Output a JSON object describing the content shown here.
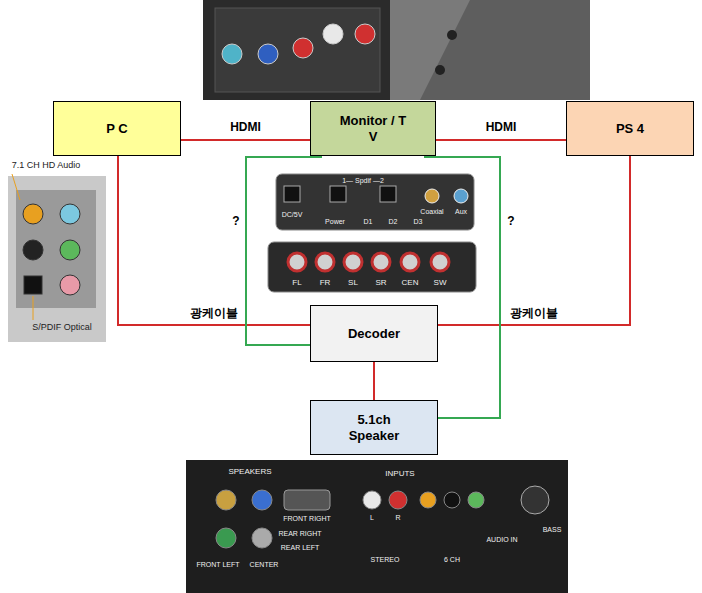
{
  "diagram": {
    "nodes": [
      {
        "text": [
          "P C"
        ]
      },
      {
        "text": [
          "Monitor / T V"
        ]
      },
      {
        "text": [
          "PS 4"
        ]
      },
      {
        "text": [
          "Decoder"
        ]
      },
      {
        "text": [
          "5.1ch Speaker"
        ]
      }
    ],
    "edges": [
      {
        "from": 0,
        "to": 1,
        "label": "HDMI",
        "arrow": "none"
      },
      {
        "from": 2,
        "to": 1,
        "label": "HDMI",
        "arrow": "none"
      },
      {
        "from": 0,
        "to": 3,
        "label": "광케이블",
        "arrow": "none"
      },
      {
        "from": 2,
        "to": 3,
        "label": "광케이블",
        "arrow": "none"
      },
      {
        "from": 3,
        "to": 4,
        "arrow": "none"
      },
      {
        "from": 1,
        "to": 3,
        "label": "?",
        "arrow": "none"
      },
      {
        "from": 1,
        "to": 4,
        "label": "?",
        "arrow": "none"
      }
    ],
    "labels": [
      "7.1 CH HD Audio",
      "S/PDIF Optical",
      "DC/5V",
      "1— Spdif —2",
      "Coaxial",
      "Aux",
      "Power",
      "D1",
      "D2",
      "D3",
      "FL",
      "FR",
      "SL",
      "SR",
      "CEN",
      "SW",
      "SPEAKERS",
      "FRONT LEFT",
      "CENTER",
      "FRONT RIGHT",
      "REAR RIGHT",
      "REAR LEFT",
      "INPUTS",
      "L",
      "R",
      "STEREO",
      "6 CH",
      "AUDIO IN",
      "BASS"
    ]
  }
}
